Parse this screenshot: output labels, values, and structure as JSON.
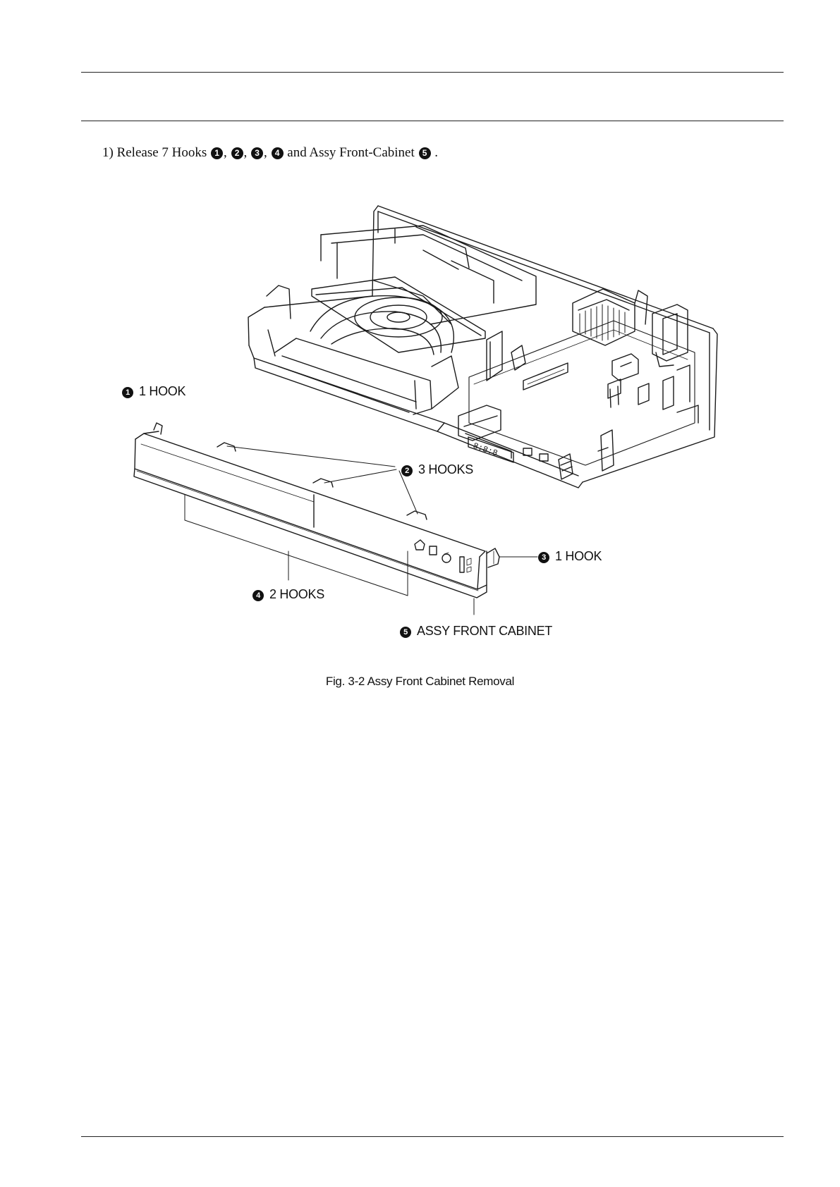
{
  "instruction": {
    "prefix": "1) Release 7 Hooks",
    "hooks": [
      "1",
      "2",
      "3",
      "4"
    ],
    "separator": ",",
    "middle": "and Assy Front-Cabinet",
    "last": "5",
    "suffix": "."
  },
  "callouts": {
    "c1": {
      "num": "1",
      "label": "1 HOOK"
    },
    "c2": {
      "num": "2",
      "label": "3 HOOKS"
    },
    "c3": {
      "num": "3",
      "label": "1 HOOK"
    },
    "c4": {
      "num": "4",
      "label": "2 HOOKS"
    },
    "c5": {
      "num": "5",
      "label": "ASSY FRONT CABINET"
    }
  },
  "figure": {
    "caption": "Fig. 3-2 Assy Front Cabinet Removal",
    "display_digits": "8:8:8"
  }
}
